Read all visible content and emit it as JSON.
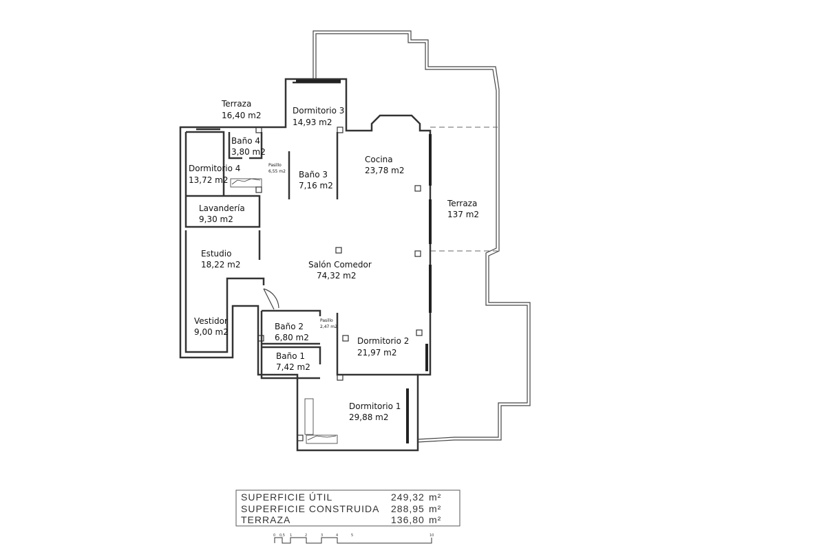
{
  "rooms": {
    "terraza_small": {
      "name": "Terraza",
      "area": "16,40 m2"
    },
    "dormitorio3": {
      "name": "Dormitorio 3",
      "area": "14,93 m2"
    },
    "bano4": {
      "name": "Baño 4",
      "area": "3,80 m2"
    },
    "pasillo1": {
      "name": "Pasillo",
      "area": "6,55 m2"
    },
    "dormitorio4": {
      "name": "Dormitorio 4",
      "area": "13,72 m2"
    },
    "bano3": {
      "name": "Baño 3",
      "area": "7,16 m2"
    },
    "cocina": {
      "name": "Cocina",
      "area": "23,78 m2"
    },
    "terraza_big": {
      "name": "Terraza",
      "area": "137 m2"
    },
    "lavanderia": {
      "name": "Lavandería",
      "area": "9,30 m2"
    },
    "estudio": {
      "name": "Estudio",
      "area": "18,22 m2"
    },
    "salon": {
      "name": "Salón Comedor",
      "area": "74,32 m2"
    },
    "vestidor": {
      "name": "Vestidor",
      "area": "9,00 m2"
    },
    "bano2": {
      "name": "Baño 2",
      "area": "6,80 m2"
    },
    "pasillo2": {
      "name": "Pasillo",
      "area": "2,47 m2"
    },
    "dormitorio2": {
      "name": "Dormitorio 2",
      "area": "21,97 m2"
    },
    "bano1": {
      "name": "Baño 1",
      "area": "7,42 m2"
    },
    "dormitorio1": {
      "name": "Dormitorio 1",
      "area": "29,88 m2"
    }
  },
  "summary": [
    {
      "label": "SUPERFICIE ÚTIL",
      "value": "249,32",
      "unit": "m²"
    },
    {
      "label": "SUPERFICIE CONSTRUIDA",
      "value": "288,95",
      "unit": "m²"
    },
    {
      "label": "TERRAZA",
      "value": "136,80",
      "unit": "m²"
    }
  ],
  "scale": {
    "ticks": [
      "0",
      "0,5",
      "1",
      "2",
      "3",
      "4",
      "5",
      "10"
    ]
  }
}
